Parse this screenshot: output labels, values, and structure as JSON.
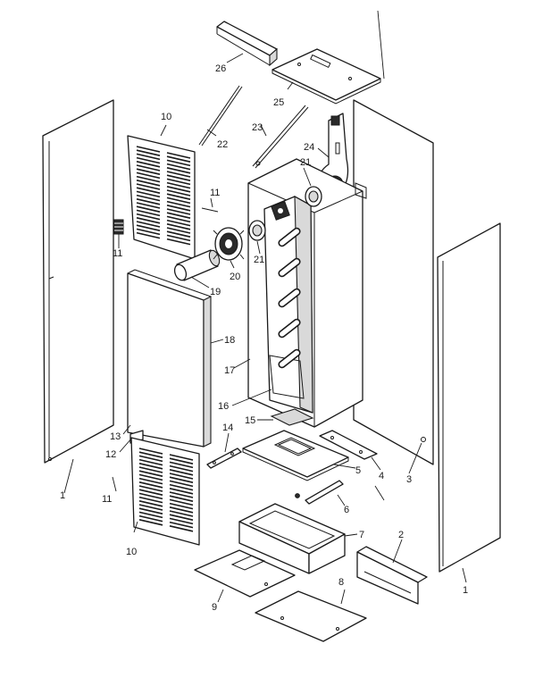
{
  "callouts": {
    "c1_left": "1",
    "c1_right": "1",
    "c2": "2",
    "c3": "3",
    "c4": "4",
    "c5": "5",
    "c6": "6",
    "c7": "7",
    "c8": "8",
    "c9": "9",
    "c10_top": "10",
    "c10_bottom": "10",
    "c11_a": "11",
    "c11_b": "11",
    "c11_c": "11",
    "c12": "12",
    "c13": "13",
    "c14": "14",
    "c15": "15",
    "c16": "16",
    "c17": "17",
    "c18": "18",
    "c19": "19",
    "c20": "20",
    "c21_a": "21",
    "c21_b": "21",
    "c22": "22",
    "c23": "23",
    "c24": "24",
    "c25": "25",
    "c26": "26"
  }
}
